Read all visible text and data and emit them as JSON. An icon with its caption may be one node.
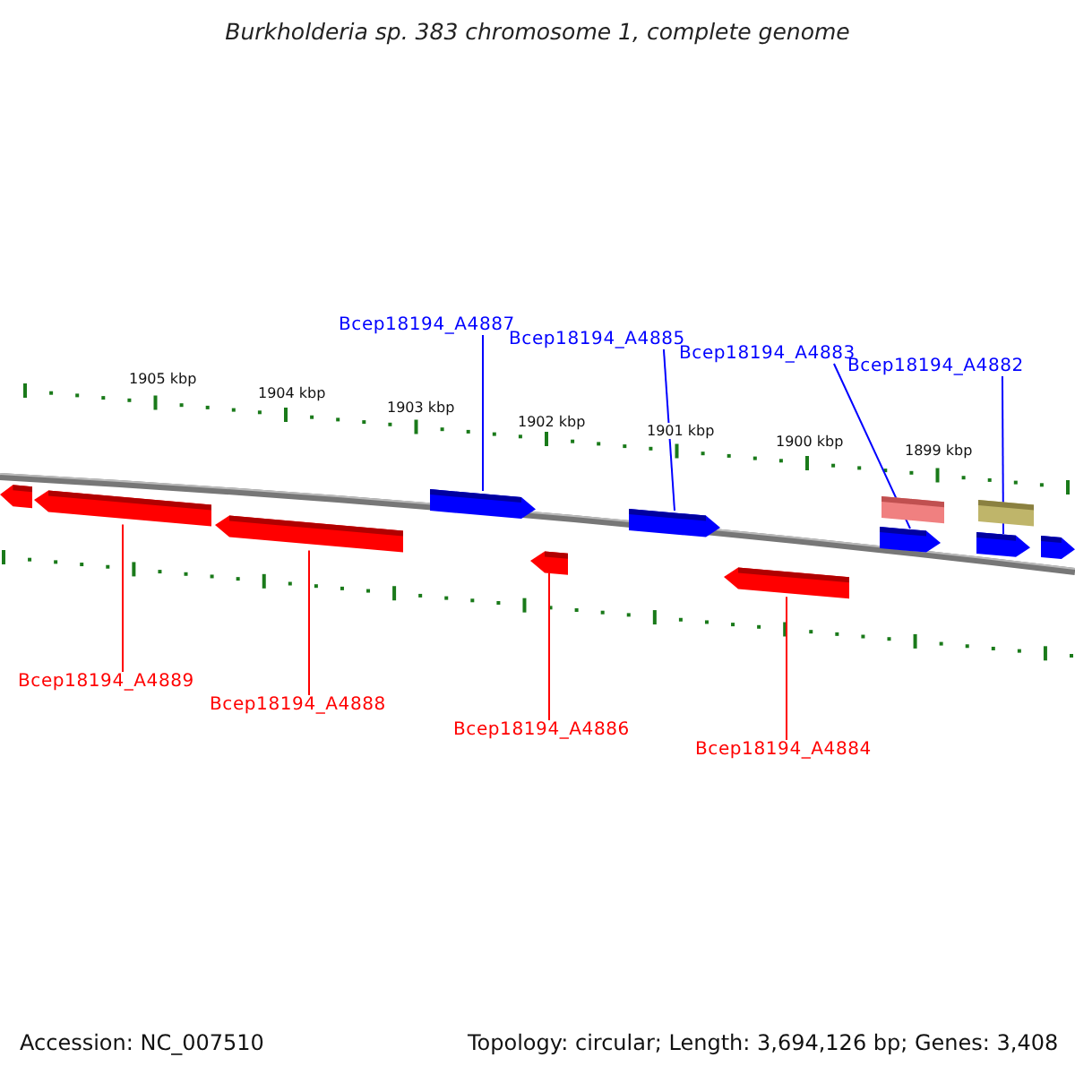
{
  "diagram": {
    "title": "Burkholderia sp. 383 chromosome 1, complete genome",
    "nodes": [
      {
        "text": [
          "Bcep18194_A4887"
        ]
      },
      {
        "text": [
          "Bcep18194_A4885"
        ]
      },
      {
        "text": [
          "Bcep18194_A4883"
        ]
      },
      {
        "text": [
          "Bcep18194_A4882"
        ]
      },
      {
        "text": [
          "Bcep18194_A4889"
        ]
      },
      {
        "text": [
          "Bcep18194_A4888"
        ]
      },
      {
        "text": [
          "Bcep18194_A4886"
        ]
      },
      {
        "text": [
          "Bcep18194_A4884"
        ]
      },
      {
        "text": [],
        "shape": "bar"
      },
      {
        "text": [],
        "shape": "bar"
      },
      {
        "text": [],
        "shape": "bar"
      },
      {
        "text": [],
        "shape": "bar"
      },
      {
        "text": [],
        "shape": "bar"
      },
      {
        "text": [],
        "shape": "bar"
      },
      {
        "text": [],
        "shape": "bar"
      },
      {
        "text": [],
        "shape": "box"
      },
      {
        "text": [],
        "shape": "bar"
      },
      {
        "text": [],
        "shape": "box"
      },
      {
        "text": [],
        "shape": "bar"
      },
      {
        "text": [],
        "shape": "bar"
      }
    ],
    "edges": [
      {
        "from": 0,
        "to": 11,
        "arrow": "none",
        "color": "#0000ff"
      },
      {
        "from": 1,
        "to": 13,
        "arrow": "none",
        "color": "#0000ff"
      },
      {
        "from": 2,
        "to": 16,
        "arrow": "none",
        "color": "#0000ff"
      },
      {
        "from": 3,
        "to": 18,
        "arrow": "none",
        "color": "#0000ff"
      },
      {
        "from": 4,
        "to": 9,
        "arrow": "none",
        "color": "#ff0000"
      },
      {
        "from": 5,
        "to": 10,
        "arrow": "none",
        "color": "#ff0000"
      },
      {
        "from": 6,
        "to": 12,
        "arrow": "none",
        "color": "#ff0000"
      },
      {
        "from": 7,
        "to": 14,
        "arrow": "none",
        "color": "#ff0000"
      }
    ],
    "labels": [
      "1905 kbp",
      "1904 kbp",
      "1903 kbp",
      "1902 kbp",
      "1901 kbp",
      "1900 kbp",
      "1899 kbp",
      "Accession: NC_007510",
      "Topology: circular; Length: 3,694,126 bp; Genes: 3,408"
    ]
  }
}
